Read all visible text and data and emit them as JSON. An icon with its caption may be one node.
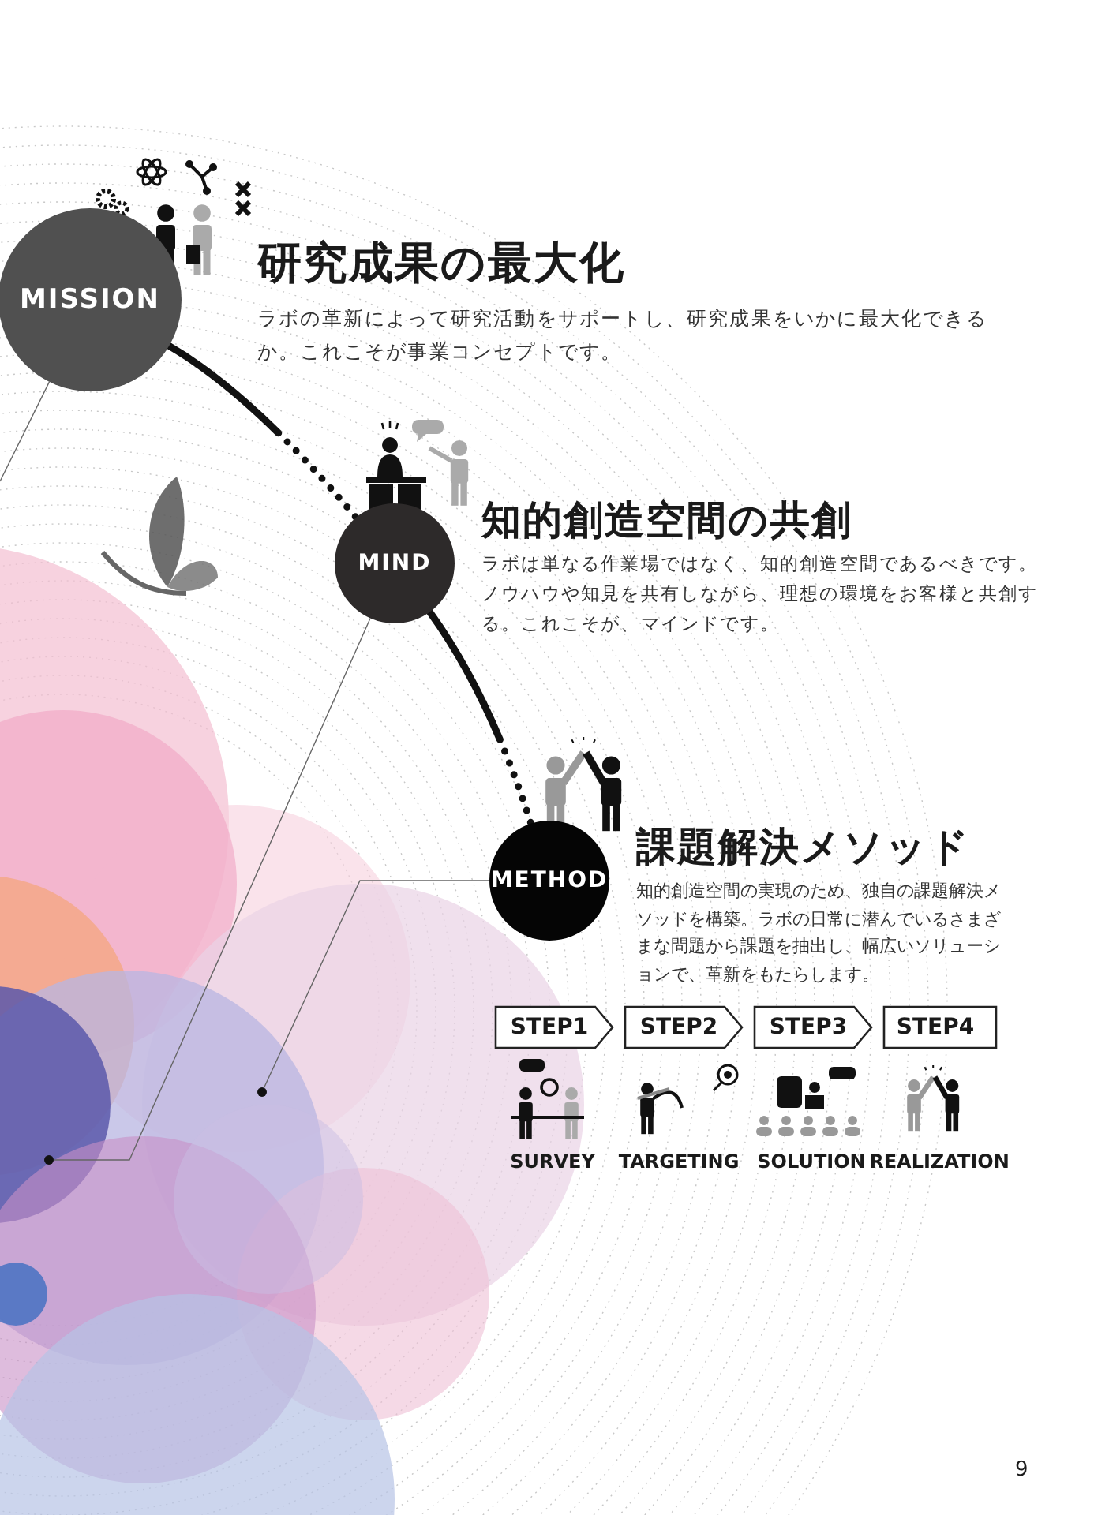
{
  "diagram": {
    "nodes": [
      {
        "text": [
          "MISSION"
        ],
        "beside": [
          "研究成果の最大化",
          "ラボの革新によって研究活動をサポートし、研究成果をいかに最大化できるか。これこそが事業コンセプトです。"
        ]
      },
      {
        "text": [
          "MIND"
        ],
        "beside": [
          "知的創造空間の共創",
          "ラボは単なる作業場ではなく、知的創造空間であるべきです。ノウハウや知見を共有しながら、理想の環境をお客様と共創する。これこそが、マインドです。"
        ]
      },
      {
        "text": [
          "METHOD"
        ],
        "beside": [
          "課題解決メソッド",
          "知的創造空間の実現のため、独自の課題解決メソッドを構築。ラボの日常に潜んでいるさまざまな問題から課題を抽出し、幅広いソリューションで、革新をもたらします。"
        ]
      },
      {
        "text": [
          "STEP1"
        ]
      },
      {
        "text": [
          "STEP2"
        ]
      },
      {
        "text": [
          "STEP3"
        ]
      },
      {
        "text": [
          "STEP4"
        ]
      },
      {
        "text": [],
        "shape": "circle"
      },
      {
        "text": [],
        "shape": "circle"
      }
    ],
    "edges": [
      {
        "from": 0,
        "to": 1,
        "arrow": "none",
        "style": "dashed"
      },
      {
        "from": 1,
        "to": 2,
        "arrow": "none",
        "style": "dashed"
      },
      {
        "from": 1,
        "to": 7,
        "arrow": "none"
      },
      {
        "from": 2,
        "to": 8,
        "arrow": "none"
      },
      {
        "from": 0,
        "to": null,
        "arrow": "none"
      }
    ],
    "labels": [
      "SURVEY",
      "TARGETING",
      "SOLUTION",
      "REALIZATION",
      "9"
    ]
  }
}
